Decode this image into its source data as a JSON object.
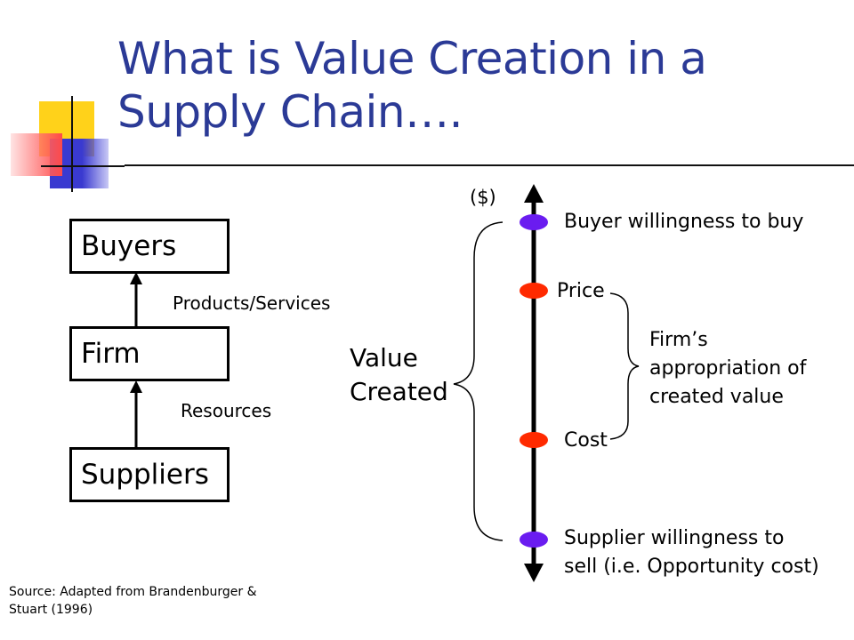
{
  "title": "What is Value Creation in a Supply Chain….",
  "chain": {
    "buyers": "Buyers",
    "firm": "Firm",
    "suppliers": "Suppliers",
    "products_label": "Products/Services",
    "resources_label": "Resources"
  },
  "scale": {
    "unit_label": "($)",
    "value_created": "Value Created",
    "points": {
      "buyer_wtp": "Buyer willingness to buy",
      "price": "Price",
      "cost": "Cost",
      "supplier_wts": "Supplier willingness to sell (i.e. Opportunity cost)"
    },
    "firm_appropriation": "Firm’s appropriation of created value"
  },
  "source": "Source: Adapted from Brandenburger & Stuart (1996)",
  "colors": {
    "title": "#2b3a96",
    "purple_dot": "#6a1cf0",
    "red_dot": "#ff2a00",
    "corner_yellow": "#ffd21a",
    "corner_blue": "#3a3ad0",
    "corner_red": "#ff4a4a"
  }
}
